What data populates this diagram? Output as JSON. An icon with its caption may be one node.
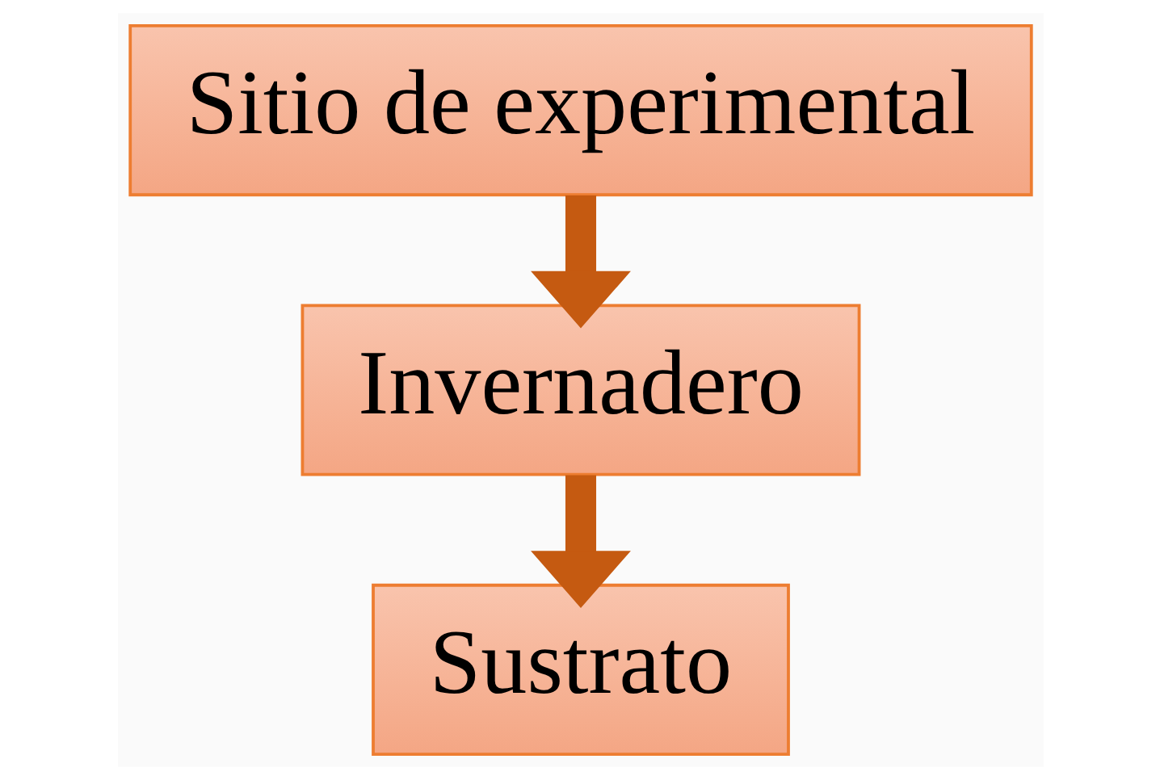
{
  "diagram": {
    "nodes": [
      {
        "text": [
          "Sitio de experimental"
        ]
      },
      {
        "text": [
          "Invernadero"
        ]
      },
      {
        "text": [
          "Sustrato"
        ]
      }
    ],
    "edges": [
      {
        "from": 0,
        "to": 1,
        "arrow": "to"
      },
      {
        "from": 1,
        "to": 2,
        "arrow": "to"
      }
    ]
  }
}
